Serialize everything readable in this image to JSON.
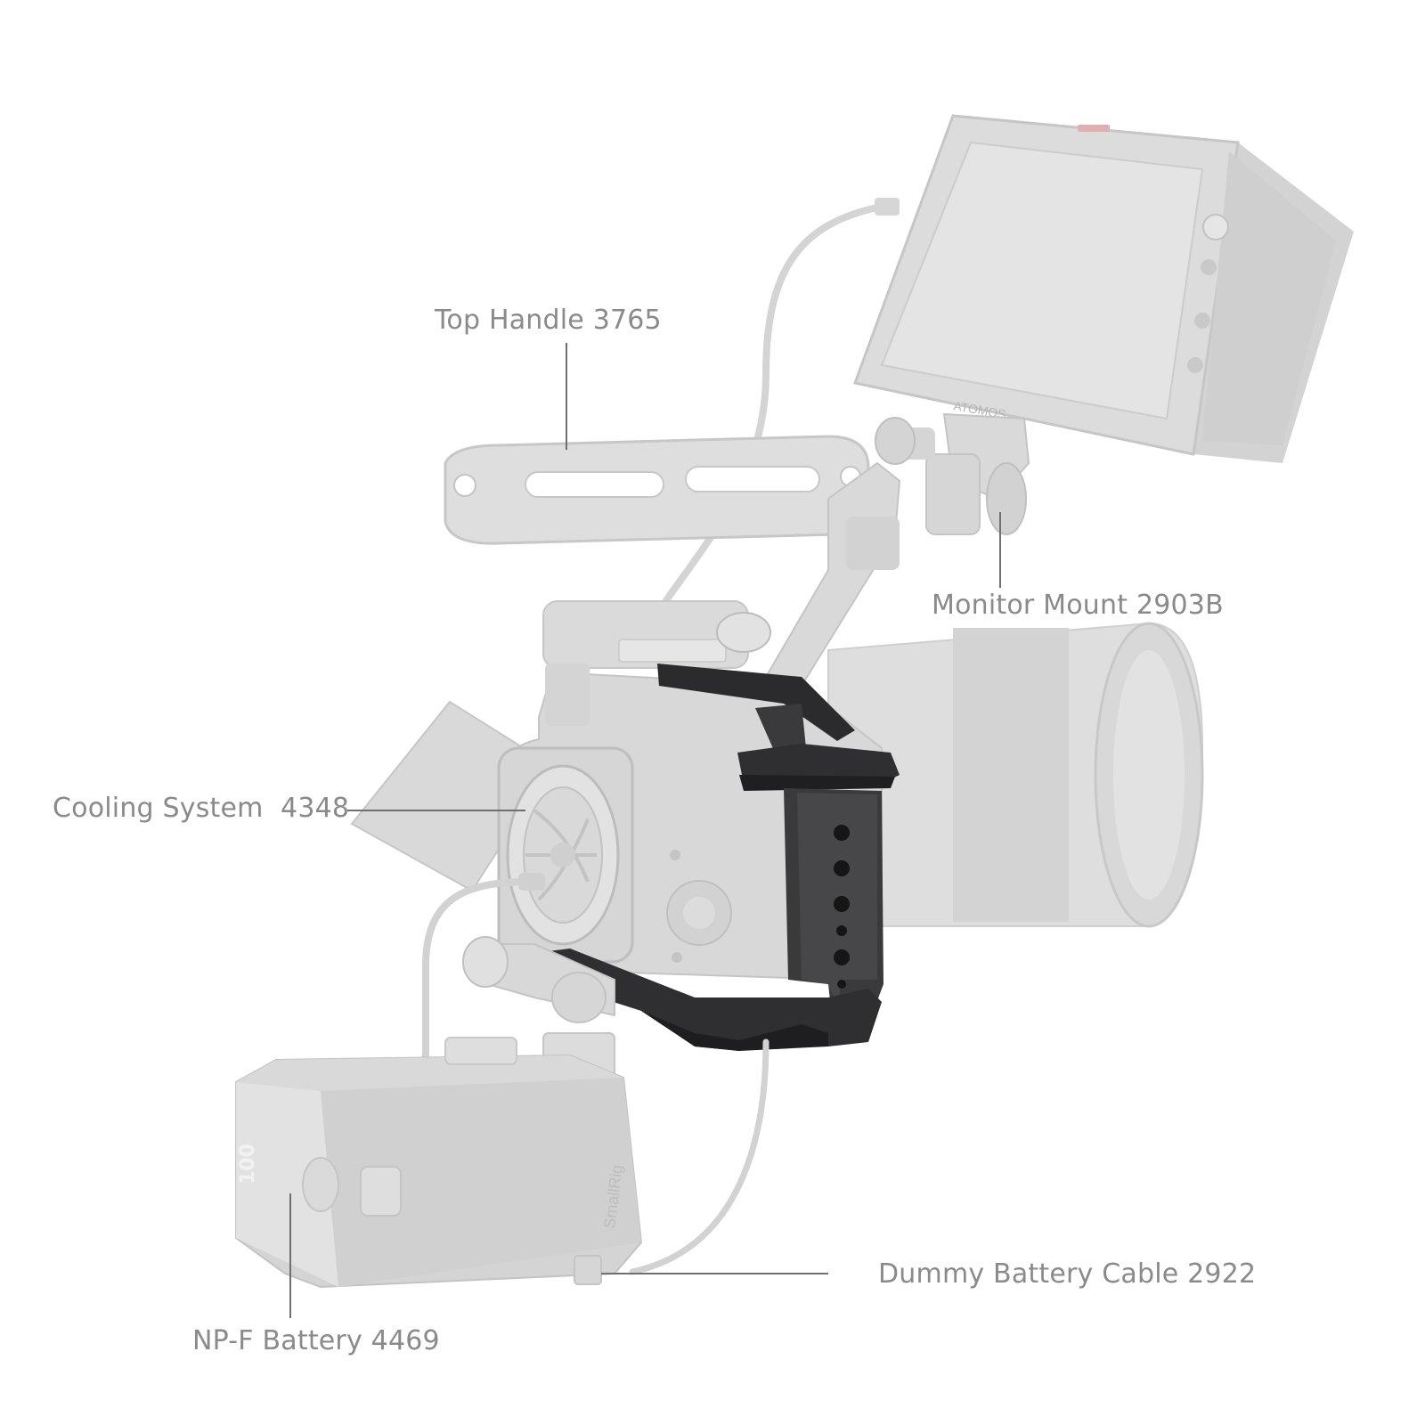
{
  "callouts": {
    "top_handle": "Top Handle 3765",
    "monitor_mount": "Monitor Mount 2903B",
    "cooling_system": "Cooling System  4348",
    "dummy_battery_cable": "Dummy Battery Cable 2922",
    "npf_battery": "NP-F Battery 4469"
  },
  "product_markings": {
    "monitor_brand": "ATOMOS",
    "battery_brand": "SmallRig",
    "battery_display": "100"
  },
  "colors": {
    "accessory_gray": "#dcdcdc",
    "accessory_outline": "#c6c6c6",
    "cage_black": "#2b2b2d",
    "label_gray": "#8a8a8a",
    "leader_line": "#6f6f6f"
  }
}
